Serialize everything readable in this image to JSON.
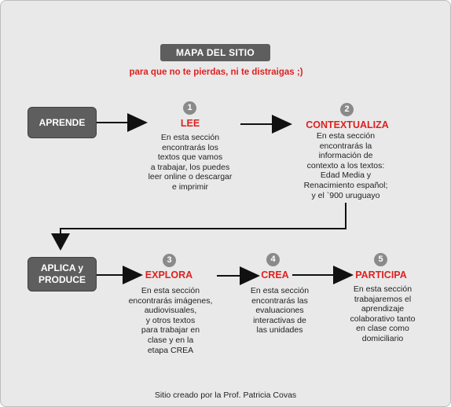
{
  "header": {
    "title": "MAPA DEL SITIO",
    "subtitle": "para que no te pierdas, ni te distraigas ;)"
  },
  "sections": {
    "aprende": {
      "label": "APRENDE"
    },
    "aplica": {
      "label_line1": "APLICA y",
      "label_line2": "PRODUCE"
    }
  },
  "steps": [
    {
      "number": "1",
      "title": "LEE",
      "lines": [
        "En esta sección",
        "encontrarás los",
        "textos que vamos",
        "a trabajar, los puedes",
        "leer online o descargar",
        "e imprimir"
      ]
    },
    {
      "number": "2",
      "title": "CONTEXTUALIZA",
      "lines": [
        "En esta sección",
        "encontrarás la",
        "información de",
        "contexto a los textos:",
        "Edad Media y",
        "Renacimiento español;",
        "y el `900 uruguayo"
      ]
    },
    {
      "number": "3",
      "title": "EXPLORA",
      "lines": [
        "En esta sección",
        "encontrarás imágenes,",
        "audiovisuales,",
        "y otros textos",
        "para trabajar en",
        "clase y en la",
        "etapa CREA"
      ]
    },
    {
      "number": "4",
      "title": "CREA",
      "lines": [
        "En esta sección",
        "encontrarás las",
        "evaluaciones",
        "interactivas de",
        "las unidades"
      ]
    },
    {
      "number": "5",
      "title": "PARTICIPA",
      "lines": [
        "En esta sección",
        "trabajaremos el",
        "aprendizaje",
        "colaborativo tanto",
        "en clase como",
        "domiciliario"
      ]
    }
  ],
  "footer": {
    "credit": "Sitio creado por la Prof. Patricia Covas"
  },
  "colors": {
    "accent": "#e02020",
    "box": "#5e5e5e",
    "badge": "#8a8a8a",
    "background": "#e9e9e9"
  }
}
